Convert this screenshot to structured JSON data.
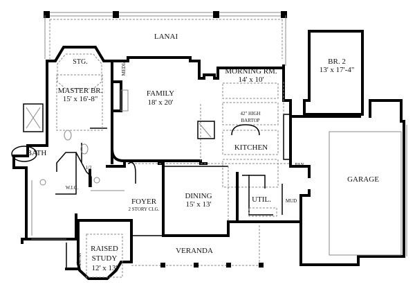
{
  "plan": {
    "rooms": {
      "lanai": {
        "name": "LANAI"
      },
      "storage": {
        "name": "STG."
      },
      "master": {
        "name": "MASTER BR.",
        "size": "15' x 16'-8\""
      },
      "media": {
        "name": "MEDIA"
      },
      "family": {
        "name": "FAMILY",
        "size": "18' x 20'"
      },
      "morning": {
        "name": "MORNING RM.",
        "size": "14' x 10'"
      },
      "bartop": {
        "line1": "42\" HIGH",
        "line2": "BARTOP"
      },
      "kitchen": {
        "name": "KITCHEN"
      },
      "br2": {
        "name": "BR. 2",
        "size": "13' x 17'-4\""
      },
      "bath": {
        "name": "BATH"
      },
      "half_bath": {
        "name": "1/2"
      },
      "wic": {
        "name": "W.I.C."
      },
      "foyer": {
        "name": "FOYER",
        "note": "2 STORY CLG."
      },
      "dining": {
        "name": "DINING",
        "size": "15' x 13'"
      },
      "util": {
        "name": "UTIL."
      },
      "mud": {
        "name": "MUD"
      },
      "pantry": {
        "name": "PAN."
      },
      "garage": {
        "name": "GARAGE"
      },
      "veranda": {
        "name": "VERANDA"
      },
      "study": {
        "line1": "RAISED",
        "line2": "STUDY",
        "size": "12' x 13'"
      },
      "desk": {
        "name": "DESK"
      }
    }
  }
}
